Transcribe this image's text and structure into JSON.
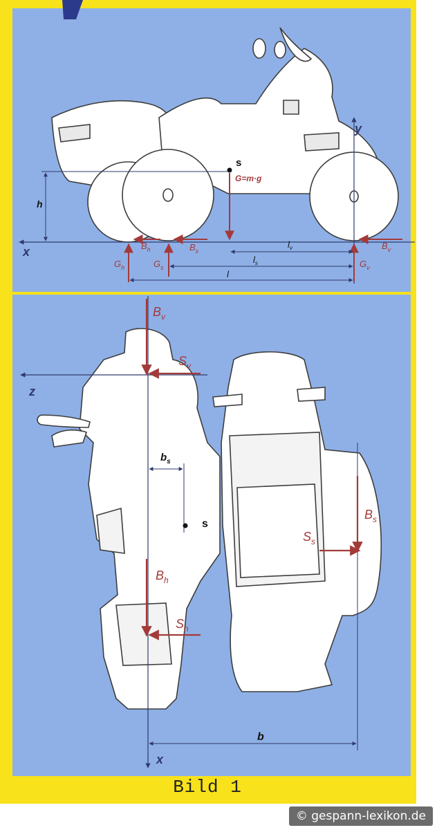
{
  "colors": {
    "frame": "#f7e21c",
    "panel": "#8fb0e6",
    "force": "#a33a3a",
    "line": "#2f3a6b",
    "outline": "#3d3d3d"
  },
  "side_view": {
    "s": "s",
    "G": "G=m·g",
    "h": "h",
    "x": "x",
    "y": "y",
    "Bh_main": "B",
    "Bh_sub": "h",
    "Bs_main": "B",
    "Bs_sub": "s",
    "Bv_main": "B",
    "Bv_sub": "v",
    "lv_main": "l",
    "lv_sub": "v",
    "ls_main": "l",
    "ls_sub": "s",
    "l": "l",
    "Gh_main": "G",
    "Gh_sub": "h",
    "Gs_main": "G",
    "Gs_sub": "s",
    "Gv_main": "G",
    "Gv_sub": "v"
  },
  "top_view": {
    "z": "z",
    "x": "x",
    "s": "s",
    "b": "b",
    "bs_main": "b",
    "bs_sub": "s",
    "Bv_main": "B",
    "Bv_sub": "v",
    "Sv_main": "S",
    "Sv_sub": "v",
    "Bh_main": "B",
    "Bh_sub": "h",
    "Sh_main": "S",
    "Sh_sub": "h",
    "Bs_main": "B",
    "Bs_sub": "s",
    "Ss_main": "S",
    "Ss_sub": "s"
  },
  "caption": "Bild 1",
  "credit": "© gespann-lexikon.de"
}
